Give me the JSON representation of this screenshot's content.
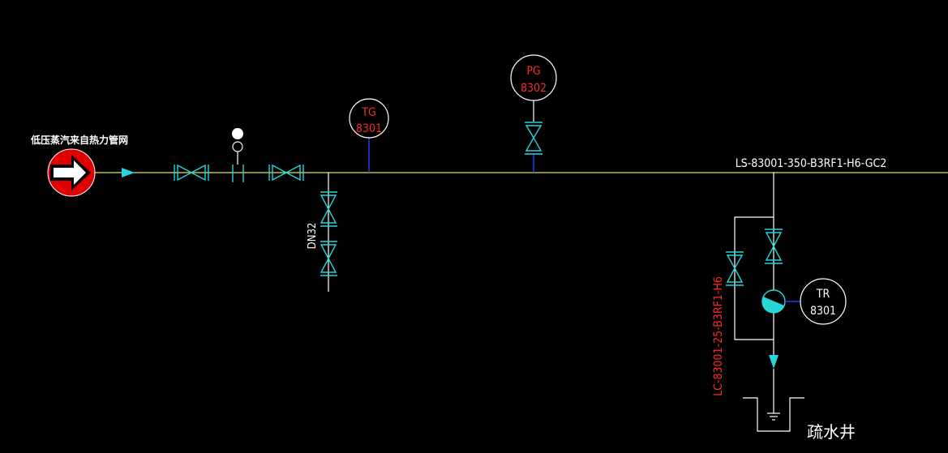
{
  "colors": {
    "background": "#000000",
    "main_line": "#e3e36a",
    "equipment": "#27d6d8",
    "instrument_circle": "#ffffff",
    "instrument_red": "#ff2a2a",
    "instrument_black": "#ffffff",
    "connector_blue": "#1e3cff",
    "label_white": "#ffffff",
    "label_red": "#ff2a2a",
    "source_arrow_fill": "#e00000"
  },
  "source": {
    "label": "低压蒸汽来自热力管网",
    "icon": "source-arrow-icon"
  },
  "main_line": {
    "label": "LS-83001-350-B3RF1-H6-GC2"
  },
  "branch": {
    "size_label": "DN32"
  },
  "drain_branch": {
    "line_label": "LC-83001-25-B3RF1-H6",
    "destination_label": "疏水井"
  },
  "instruments": [
    {
      "tag": "TG",
      "number": "8301",
      "color_key": "instrument_red"
    },
    {
      "tag": "PG",
      "number": "8302",
      "color_key": "instrument_red"
    },
    {
      "tag": "TR",
      "number": "8301",
      "color_key": "instrument_black"
    }
  ]
}
